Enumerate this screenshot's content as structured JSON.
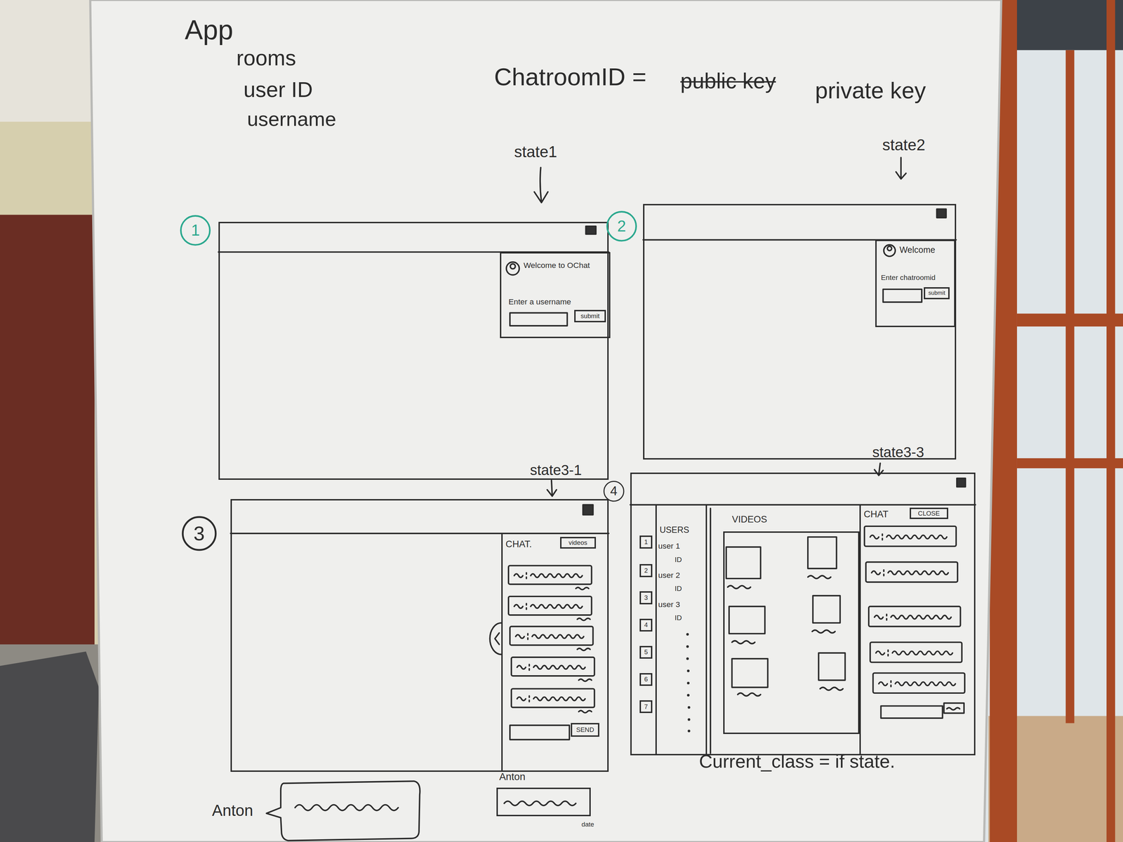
{
  "diagram": {
    "nodes": [
      {
        "text": [
          "1"
        ]
      },
      {
        "text": [
          "state1"
        ]
      },
      {
        "text": [
          "Welcome to OChat",
          "Enter a username"
        ],
        "in": 1
      },
      {
        "text": [
          "submit"
        ],
        "in": 2
      },
      {
        "text": [
          "2"
        ]
      },
      {
        "text": [
          "state2"
        ]
      },
      {
        "text": [
          "Welcome",
          "Enter chatroomid"
        ],
        "in": 5
      },
      {
        "text": [
          "submit"
        ],
        "in": 6
      },
      {
        "text": [
          "3"
        ]
      },
      {
        "text": [
          "state3-1"
        ]
      },
      {
        "text": [
          "CHAT."
        ],
        "in": 9
      },
      {
        "text": [
          "videos"
        ],
        "in": 10
      },
      {
        "text": [
          "SEND"
        ],
        "in": 10
      },
      {
        "text": [
          "4"
        ]
      },
      {
        "text": [
          "state3-3"
        ]
      },
      {
        "text": [
          "1"
        ],
        "in": 14
      },
      {
        "text": [
          "2"
        ],
        "in": 14
      },
      {
        "text": [
          "3"
        ],
        "in": 14
      },
      {
        "text": [
          "4"
        ],
        "in": 14
      },
      {
        "text": [
          "5"
        ],
        "in": 14
      },
      {
        "text": [
          "6"
        ],
        "in": 14
      },
      {
        "text": [
          "7"
        ],
        "in": 14
      },
      {
        "text": [
          "USERS",
          "user 1",
          "ID",
          "user 2",
          "ID",
          "user 3",
          "ID"
        ],
        "in": 14
      },
      {
        "text": [
          "VIDEOS"
        ],
        "in": 14
      },
      {
        "text": [
          "CHAT"
        ],
        "in": 14
      },
      {
        "text": [
          "CLOSE"
        ],
        "in": 24
      },
      {
        "text": [
          "Anton",
          "date"
        ]
      }
    ],
    "labels": [
      "App",
      "rooms",
      "user ID",
      "username",
      "ChatroomID =",
      "public key",
      "private key",
      "Current_class = if state.",
      "Anton"
    ]
  }
}
